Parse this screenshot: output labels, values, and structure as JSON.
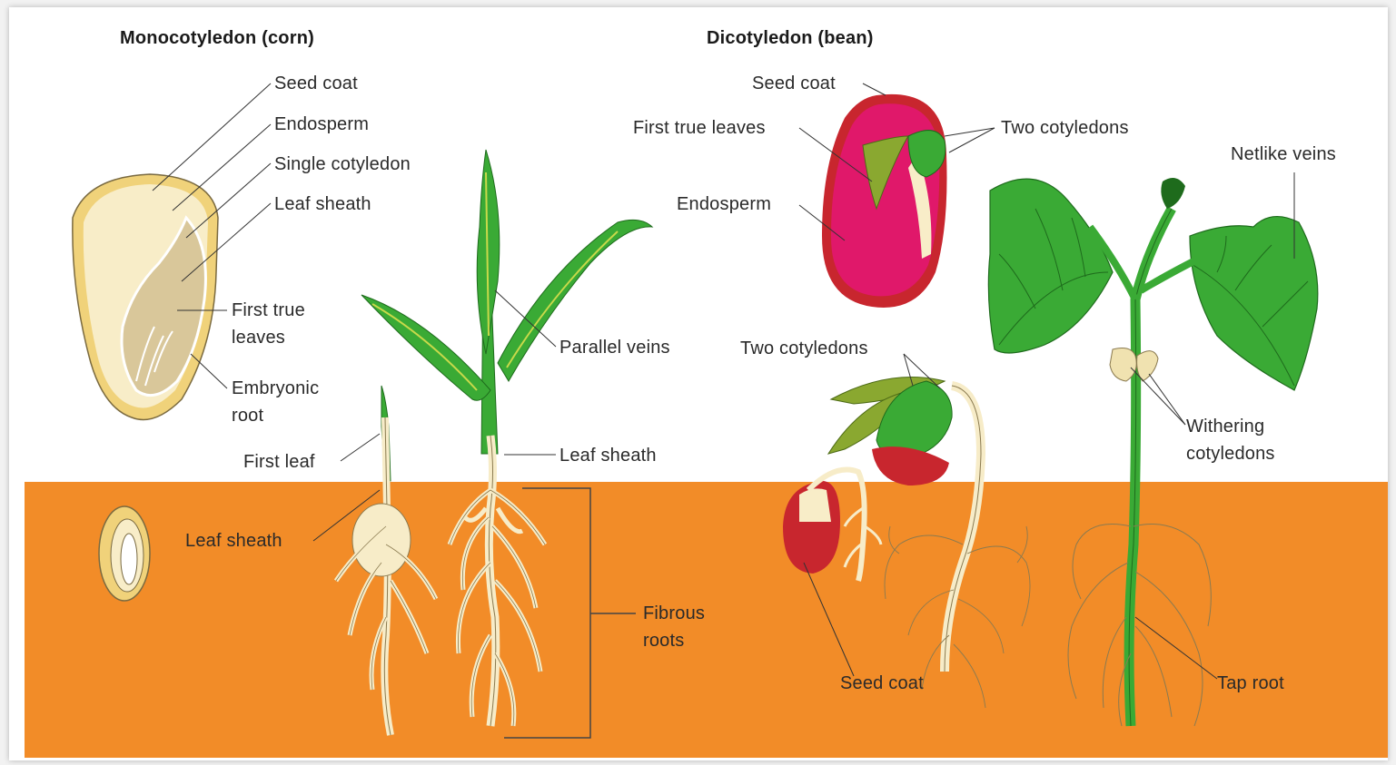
{
  "monocot": {
    "title": "Monocotyledon (corn)",
    "labels": {
      "seed_coat": "Seed coat",
      "endosperm": "Endosperm",
      "single_cotyledon": "Single cotyledon",
      "leaf_sheath_seed": "Leaf sheath",
      "first_true_leaves_1": "First true",
      "first_true_leaves_2": "leaves",
      "embryonic_root_1": "Embryonic",
      "embryonic_root_2": "root",
      "first_leaf": "First leaf",
      "leaf_sheath_soil": "Leaf sheath",
      "parallel_veins": "Parallel veins",
      "leaf_sheath_plant": "Leaf sheath",
      "fibrous_roots_1": "Fibrous",
      "fibrous_roots_2": "roots"
    }
  },
  "dicot": {
    "title": "Dicotyledon (bean)",
    "labels": {
      "seed_coat_top": "Seed coat",
      "first_true_leaves": "First true leaves",
      "endosperm": "Endosperm",
      "two_cotyledons_seed": "Two cotyledons",
      "netlike_veins": "Netlike veins",
      "two_cotyledons_seedling": "Two cotyledons",
      "withering_cotyledons_1": "Withering",
      "withering_cotyledons_2": "cotyledons",
      "seed_coat_bottom": "Seed coat",
      "tap_root": "Tap root"
    }
  },
  "colors": {
    "soil": "#f28c28",
    "endosperm_cream": "#f6e9c2",
    "seed_yellow": "#f0d27a",
    "leaf_green": "#3aaa35",
    "bean_pink": "#e0186a",
    "bean_red": "#c8262e",
    "root_cream": "#f7ecc8"
  }
}
